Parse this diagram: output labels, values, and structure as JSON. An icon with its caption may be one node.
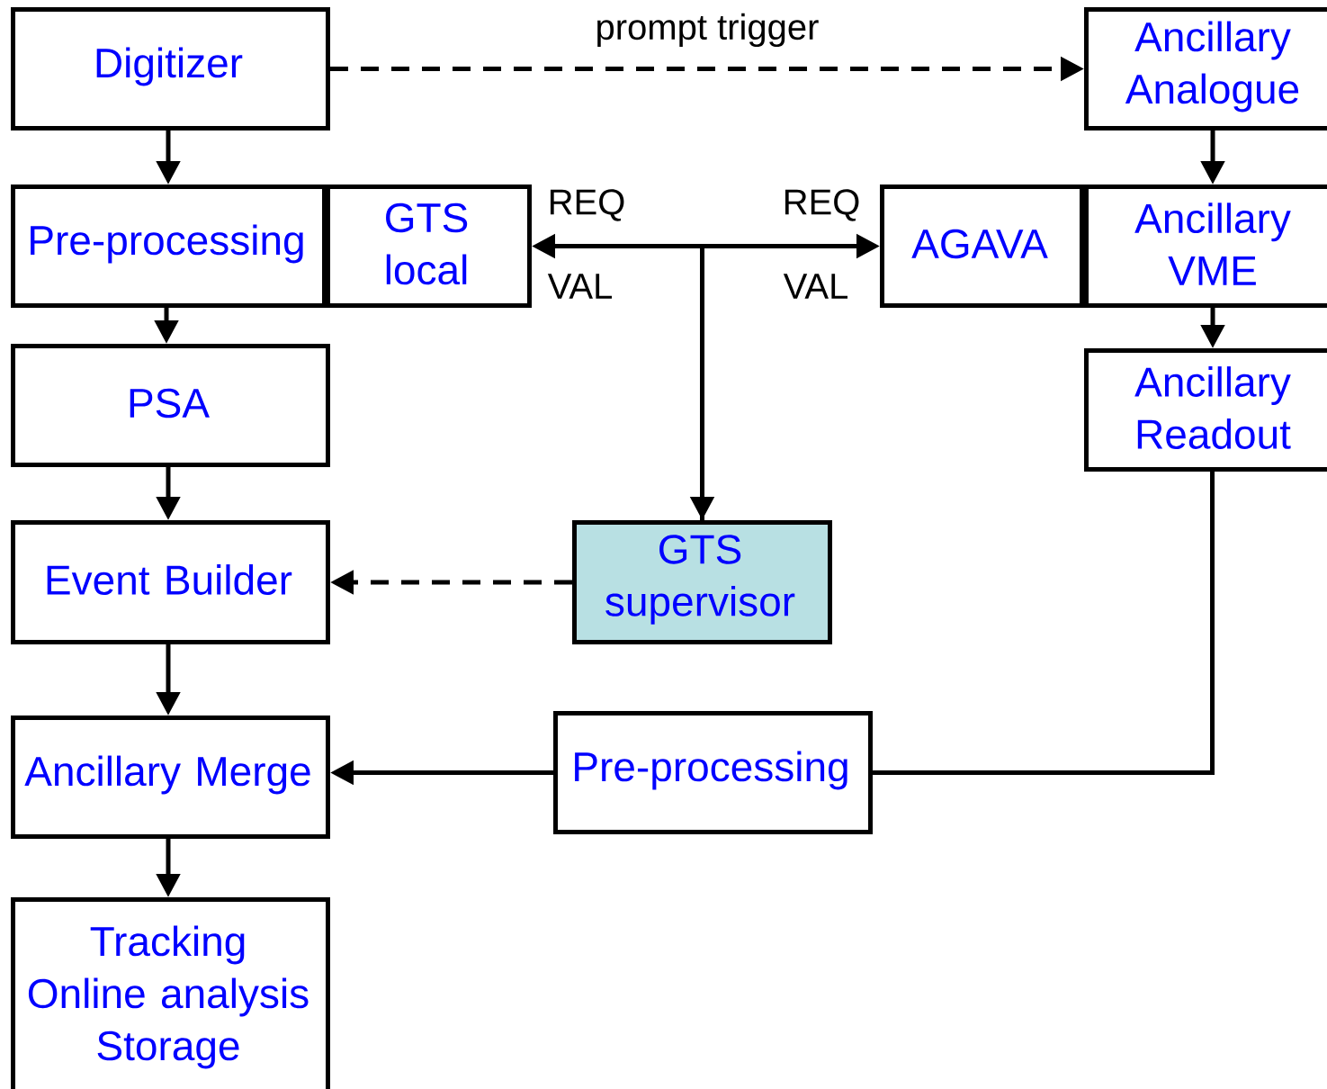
{
  "diagram": {
    "nodes": [
      {
        "text": [
          "Digitizer"
        ]
      },
      {
        "text": [
          "Ancillary Analogue"
        ]
      },
      {
        "text": [
          "Pre-processing"
        ]
      },
      {
        "text": [
          "GTS local"
        ]
      },
      {
        "text": [
          "AGAVA"
        ]
      },
      {
        "text": [
          "Ancillary VME"
        ]
      },
      {
        "text": [
          "PSA"
        ]
      },
      {
        "text": [
          "Ancillary Readout"
        ]
      },
      {
        "text": [
          "Event Builder"
        ]
      },
      {
        "text": [
          "GTS supervisor"
        ]
      },
      {
        "text": [
          "Ancillary Merge"
        ]
      },
      {
        "text": [
          "Pre-processing"
        ]
      },
      {
        "text": [
          "Tracking",
          "Online analysis",
          "Storage"
        ]
      }
    ],
    "edges": [
      {
        "from": 0,
        "to": 1,
        "arrow": "to",
        "style": "dashed",
        "label": "prompt trigger"
      },
      {
        "from": 0,
        "to": 2,
        "arrow": "to"
      },
      {
        "from": 1,
        "to": 5,
        "arrow": "to"
      },
      {
        "from": 2,
        "to": 6,
        "arrow": "to"
      },
      {
        "from": 3,
        "to": 9,
        "arrow": "both"
      },
      {
        "from": 9,
        "to": 4,
        "arrow": "to"
      },
      {
        "from": 5,
        "to": 7,
        "arrow": "to"
      },
      {
        "from": 6,
        "to": 8,
        "arrow": "to"
      },
      {
        "from": 9,
        "to": 8,
        "arrow": "to",
        "style": "dashed"
      },
      {
        "from": 7,
        "to": 11,
        "arrow": "none"
      },
      {
        "from": 11,
        "to": 10,
        "arrow": "to"
      },
      {
        "from": 8,
        "to": 10,
        "arrow": "to"
      },
      {
        "from": 10,
        "to": 12,
        "arrow": "to"
      }
    ],
    "labels": [
      "REQ",
      "REQ",
      "VAL",
      "VAL"
    ]
  }
}
